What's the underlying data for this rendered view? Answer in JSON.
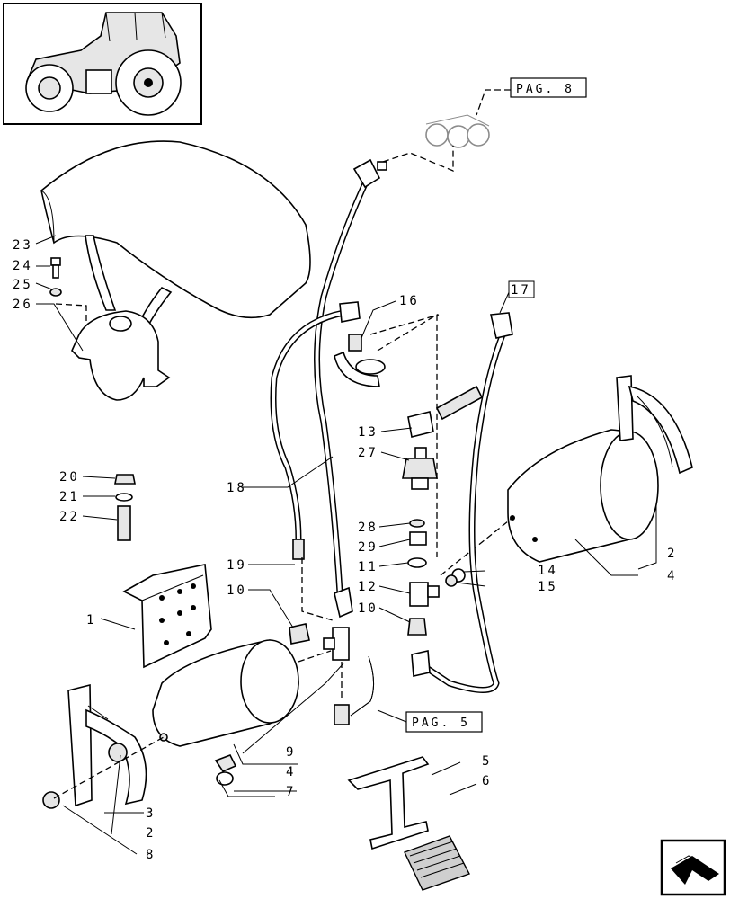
{
  "diagram": {
    "page_refs": [
      "PAG. 8",
      "PAG. 5"
    ],
    "callouts": [
      "1",
      "2",
      "2",
      "3",
      "4",
      "4",
      "5",
      "6",
      "7",
      "8",
      "9",
      "10",
      "10",
      "11",
      "12",
      "13",
      "14",
      "15",
      "16",
      "17",
      "18",
      "19",
      "20",
      "21",
      "22",
      "23",
      "24",
      "25",
      "26",
      "27",
      "28",
      "29"
    ]
  },
  "colors": {
    "line": "#000000",
    "fill": "#ffffff",
    "shade": "#e6e6e6"
  },
  "icons": [
    "tractor-thumbnail-icon",
    "next-page-arrow-icon"
  ]
}
